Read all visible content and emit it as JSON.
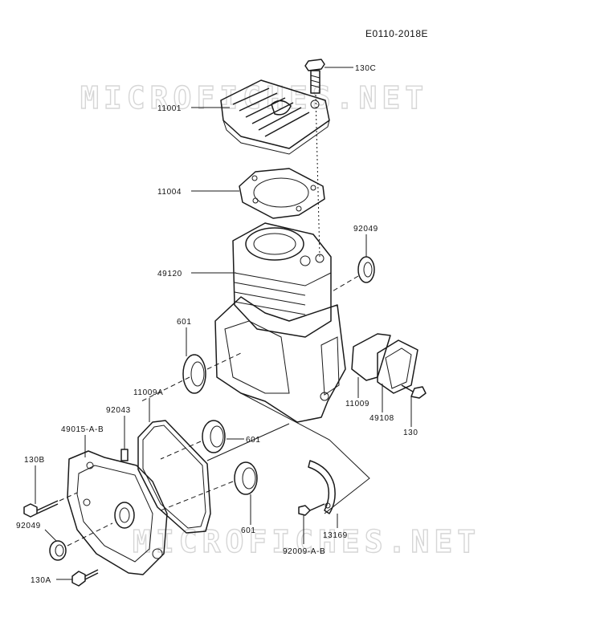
{
  "drawing_code": "E0110-2018E",
  "watermark_text": "MICROFICHES.NET",
  "parts": {
    "bolt_130c": "130C",
    "cylinder_head": "11001",
    "head_gasket": "11004",
    "oil_seal_upper": "92049",
    "cylinder_block": "49120",
    "bearing_upper": "601",
    "cover_gasket": "11009",
    "breather_cover": "49108",
    "bolt_130": "130",
    "crankcase_gasket": "11009A",
    "dowel_pin": "92043",
    "crankcase_cover": "49015-A-B",
    "bolt_130b": "130B",
    "bearing_mid": "601",
    "bearing_lower": "601",
    "oil_seal_lower": "92049",
    "plate": "13169",
    "bolt_92009": "92009-A-B",
    "bolt_130a": "130A"
  }
}
